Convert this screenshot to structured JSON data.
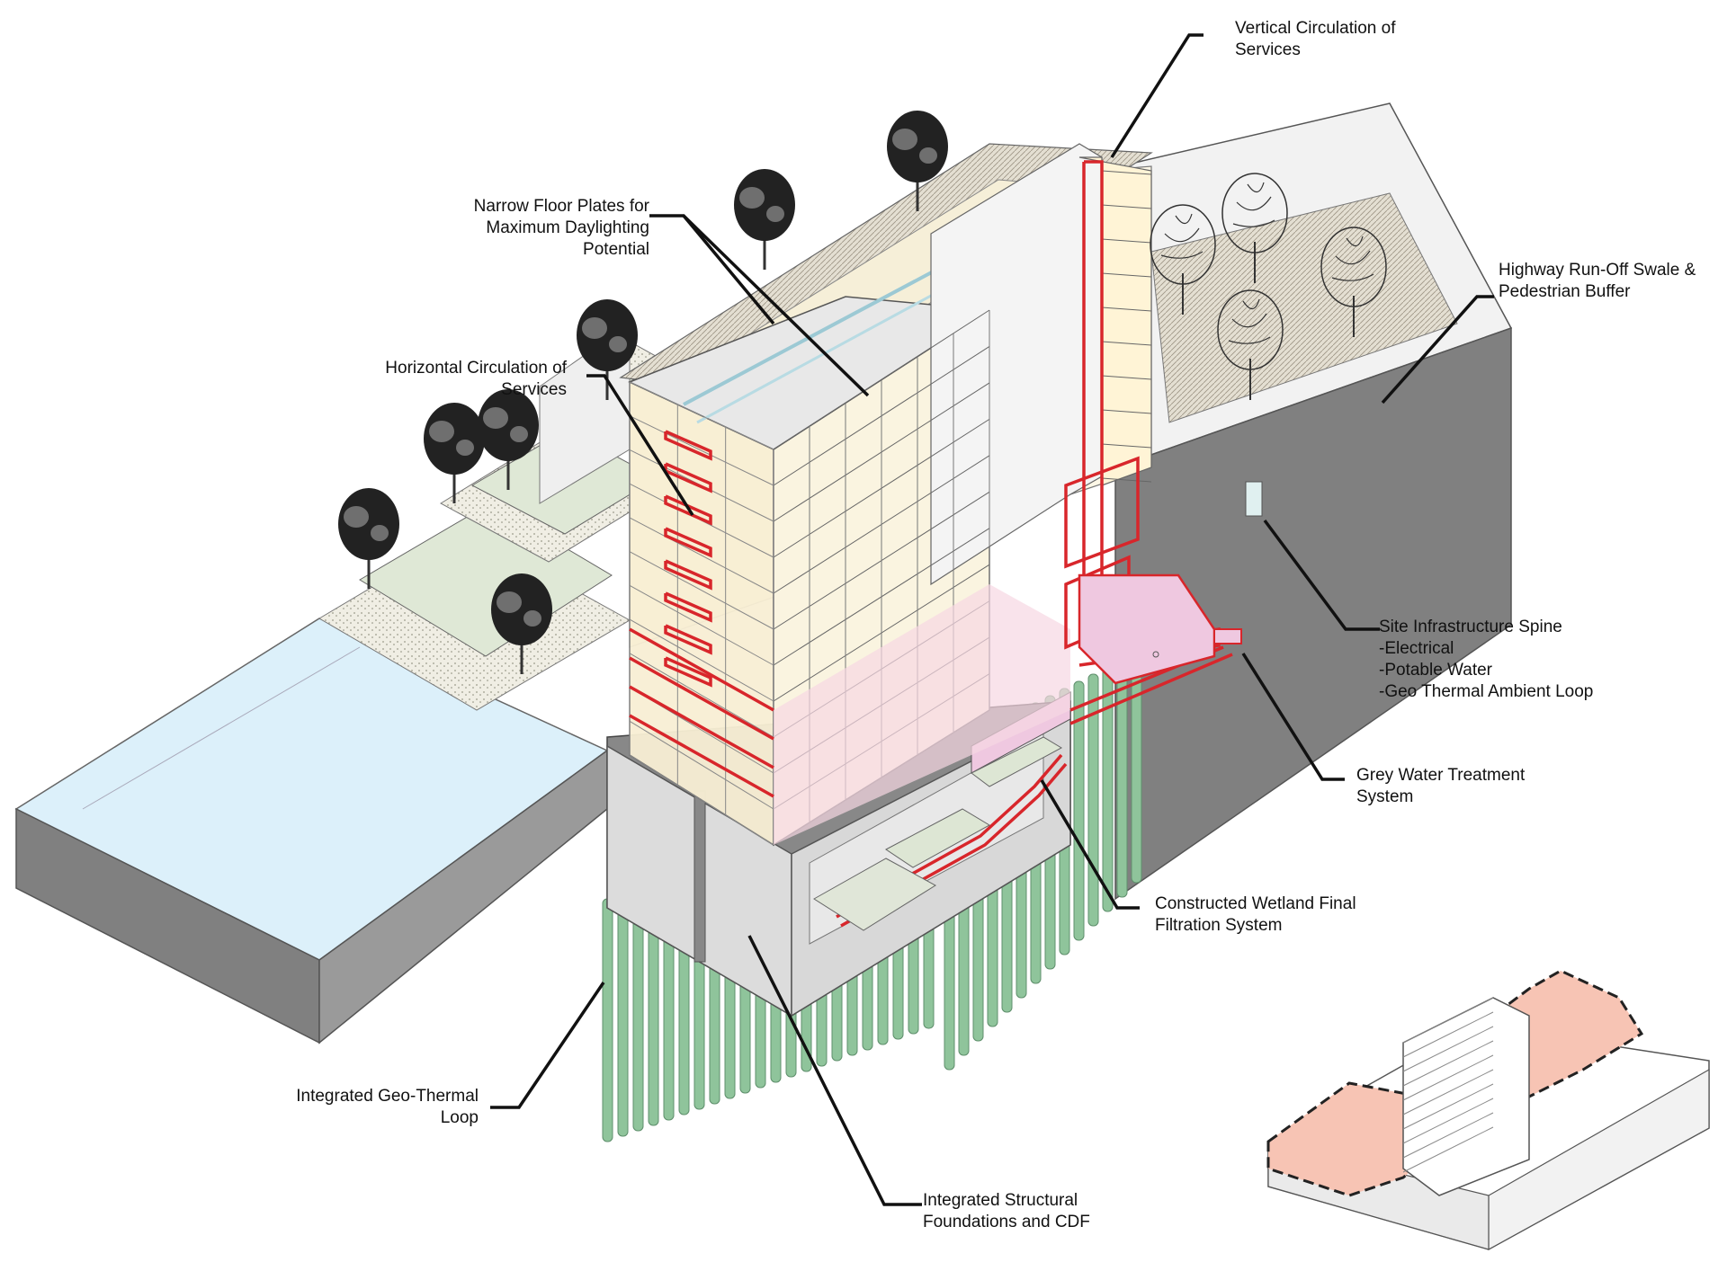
{
  "labels": {
    "vertical_circulation": "Vertical Circulation of\nServices",
    "narrow_floor_plates": "Narrow Floor Plates for\nMaximum Daylighting\nPotential",
    "highway_runoff": "Highway Run-Off Swale &\nPedestrian Buffer",
    "horizontal_circulation": "Horizontal Circulation of\nServices",
    "site_infrastructure": "Site Infrastructure Spine\n      -Electrical\n      -Potable Water\n      -Geo Thermal Ambient Loop",
    "grey_water": "Grey Water Treatment\nSystem",
    "constructed_wetland": "Constructed Wetland Final\nFiltration System",
    "geo_thermal_loop": "Integrated Geo-Thermal\nLoop",
    "structural_foundations": "Integrated Structural\nFoundations and CDF"
  },
  "colors": {
    "services_red": "#d8262b",
    "pile_green": "#8fc49b",
    "water_blue": "#dcf0fa",
    "ground_grey": "#808080",
    "floor_yellow": "#fbf0c8",
    "treatment_pink": "#efc8e0",
    "key_salmon": "#f7c4b4"
  }
}
